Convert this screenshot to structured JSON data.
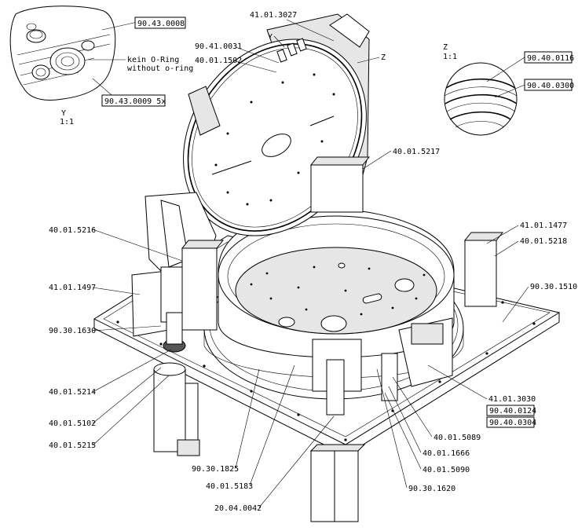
{
  "detail_y": {
    "title": "Y",
    "scale": "1:1",
    "note_de": "kein O-Ring",
    "note_en": "without o-ring",
    "callout_top": "90.43.0008",
    "callout_bottom": "90.43.0009 5x"
  },
  "detail_z": {
    "title": "Z",
    "scale": "1:1",
    "callout_1": "90.40.0116",
    "callout_2": "90.40.0300"
  },
  "view_markers": {
    "y": "Y",
    "z": "Z"
  },
  "callouts": {
    "c_41_01_3027": "41.01.3027",
    "c_90_41_0031": "90.41.0031",
    "c_40_01_1502": "40.01.1502",
    "c_40_01_5217": "40.01.5217",
    "c_40_01_5216": "40.01.5216",
    "c_41_01_1477": "41.01.1477",
    "c_40_01_5218": "40.01.5218",
    "c_90_30_1510": "90.30.1510",
    "c_41_01_1497": "41.01.1497",
    "c_90_30_1630": "90.30.1630",
    "c_40_01_5214": "40.01.5214",
    "c_40_01_5102": "40.01.5102",
    "c_40_01_5215": "40.01.5215",
    "c_41_01_3030": "41.01.3030",
    "c_90_40_0124": "90.40.0124",
    "c_90_40_0304": "90.40.0304",
    "c_40_01_5089": "40.01.5089",
    "c_40_01_1666": "40.01.1666",
    "c_40_01_5090": "40.01.5090",
    "c_90_30_1620": "90.30.1620",
    "c_90_30_1825": "90.30.1825",
    "c_40_01_5183": "40.01.5183",
    "c_20_04_0042": "20.04.0042"
  }
}
